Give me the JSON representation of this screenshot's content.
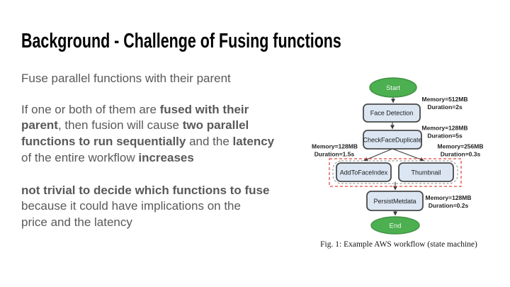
{
  "slide": {
    "title": "Background - Challenge of Fusing functions"
  },
  "body": {
    "paragraph1": {
      "line1": {
        "normal": "Fuse parallel functions with their parent"
      }
    },
    "paragraph2": {
      "line1": {
        "normal": "If one or both of them are ",
        "bold": "fused with their"
      },
      "line2": {
        "bold1": "parent",
        "normal": ", then fusion will cause ",
        "bold2": "two parallel"
      },
      "line3": {
        "bold1": "functions to run sequentially",
        "normal": " and the ",
        "bold2": "latency"
      },
      "line4": {
        "normal": "of the entire workflow ",
        "bold": "increases"
      }
    },
    "paragraph3": {
      "line1": {
        "bold": "not trivial to decide which functions to fuse"
      },
      "line2": {
        "normal": "because it could have implications on the"
      },
      "line3": {
        "normal": "price and the latency"
      }
    }
  },
  "figure": {
    "caption": "Fig. 1: Example AWS workflow (state machine)",
    "nodes": {
      "start": "Start",
      "face_detection": "Face Detection",
      "check_face_duplicate": "CheckFaceDuplicate",
      "add_to_face_index": "AddToFaceIndex",
      "thumbnail": "Thumbnail",
      "persist_metdata": "PersistMetdata",
      "end": "End"
    },
    "annotations": {
      "face_detection": {
        "memory": "Memory=512MB",
        "duration": "Duration=2s"
      },
      "check_face_duplicate": {
        "memory": "Memory=128MB",
        "duration": "Duration=5s"
      },
      "add_to_face_index": {
        "memory": "Memory=128MB",
        "duration": "Duration=1.5s"
      },
      "thumbnail": {
        "memory": "Memory=256MB",
        "duration": "Duration=0.3s"
      },
      "persist_metdata": {
        "memory": "Memory=128MB",
        "duration": "Duration=0.2s"
      }
    },
    "colors": {
      "start_end_fill": "#4caf50",
      "start_end_border": "#3f9143",
      "task_fill": "#dbe6f2",
      "task_border": "#4a4a4a",
      "parallel_highlight": "#e2493d",
      "edge": "#3a3a3a"
    }
  },
  "theme": {
    "background": "#ffffff",
    "title_color": "#000000",
    "body_text_color": "#595959"
  }
}
